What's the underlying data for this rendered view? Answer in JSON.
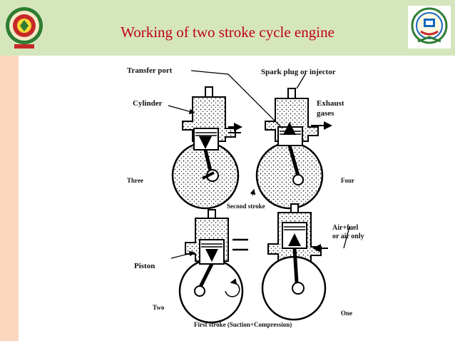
{
  "slide": {
    "title": "Working of two stroke cycle engine"
  },
  "diagram": {
    "labels": {
      "transfer_port": "Transfer port",
      "spark_plug": "Spark plug or injector",
      "cylinder": "Cylinder",
      "exhaust_line1": "Exhaust",
      "exhaust_line2": "gases",
      "three": "Three",
      "four": "Four",
      "second_stroke": "Second stroke",
      "air_fuel_line1": "Air+fuel",
      "air_fuel_line2": "or air only",
      "piston": "Piston",
      "two": "Two",
      "one": "One",
      "first_stroke": "First stroke (Suction+Compression)"
    }
  },
  "colors": {
    "header_bg": "#d5e6bd",
    "left_strip": "#fbd6bf",
    "title_color": "#c0001a"
  },
  "icons": [
    "university-seal-icon",
    "institute-emblem-icon"
  ]
}
